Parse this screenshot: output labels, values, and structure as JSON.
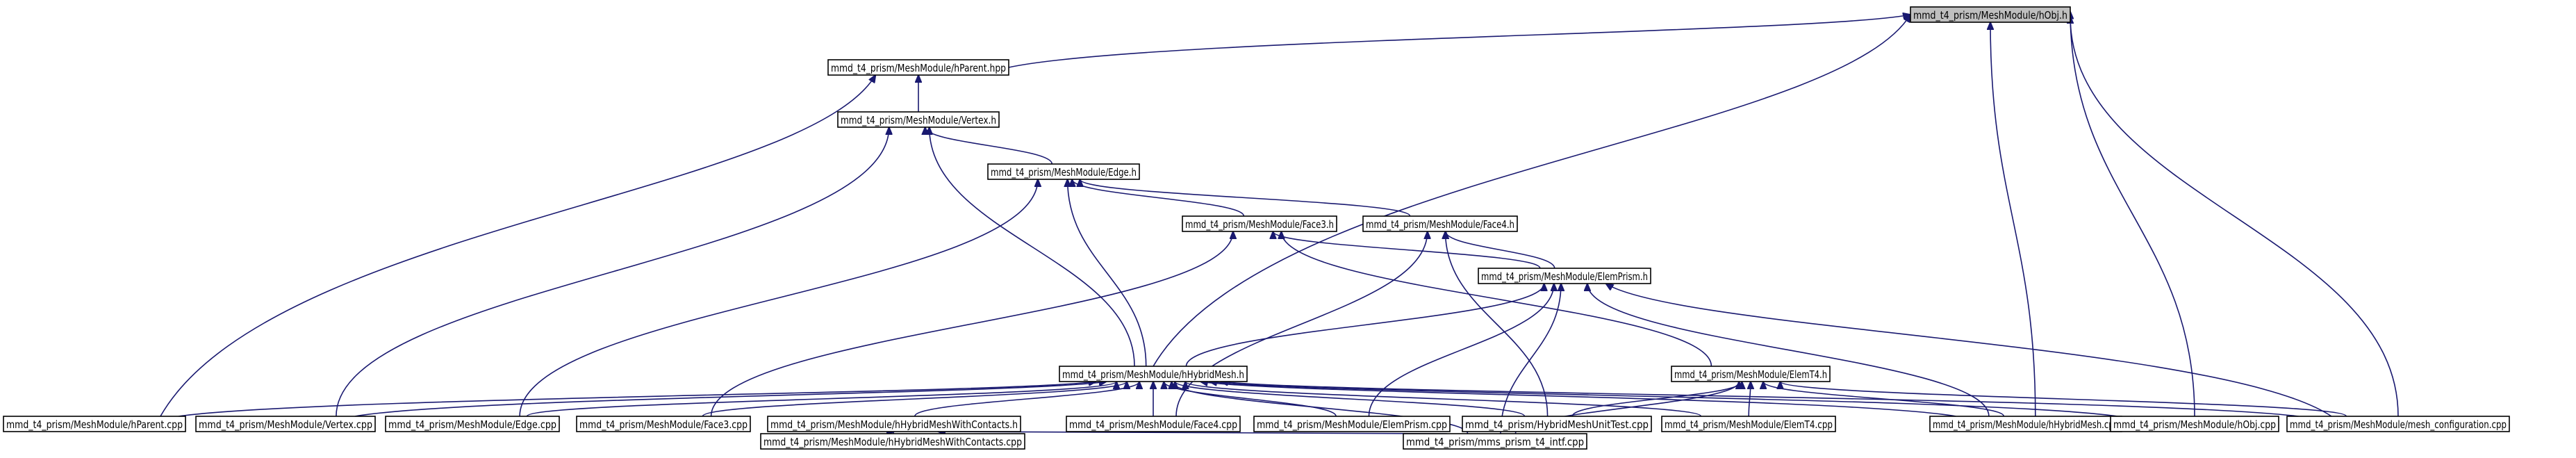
{
  "graph": {
    "nodes": [
      {
        "id": "hobj_h",
        "label": "mmd_t4_prism/MeshModule/hObj.h",
        "root": true
      },
      {
        "id": "hparent_hpp",
        "label": "mmd_t4_prism/MeshModule/hParent.hpp"
      },
      {
        "id": "vertex_h",
        "label": "mmd_t4_prism/MeshModule/Vertex.h"
      },
      {
        "id": "edge_h",
        "label": "mmd_t4_prism/MeshModule/Edge.h"
      },
      {
        "id": "face3_h",
        "label": "mmd_t4_prism/MeshModule/Face3.h"
      },
      {
        "id": "face4_h",
        "label": "mmd_t4_prism/MeshModule/Face4.h"
      },
      {
        "id": "elemprism_h",
        "label": "mmd_t4_prism/MeshModule/ElemPrism.h"
      },
      {
        "id": "hhybridmesh_h",
        "label": "mmd_t4_prism/MeshModule/hHybridMesh.h"
      },
      {
        "id": "elemt4_h",
        "label": "mmd_t4_prism/MeshModule/ElemT4.h"
      },
      {
        "id": "hparent_cpp",
        "label": "mmd_t4_prism/MeshModule/hParent.cpp"
      },
      {
        "id": "vertex_cpp",
        "label": "mmd_t4_prism/MeshModule/Vertex.cpp"
      },
      {
        "id": "edge_cpp",
        "label": "mmd_t4_prism/MeshModule/Edge.cpp"
      },
      {
        "id": "face3_cpp",
        "label": "mmd_t4_prism/MeshModule/Face3.cpp"
      },
      {
        "id": "hhmwc_h",
        "label": "mmd_t4_prism/MeshModule/hHybridMeshWithContacts.h"
      },
      {
        "id": "face4_cpp",
        "label": "mmd_t4_prism/MeshModule/Face4.cpp"
      },
      {
        "id": "elemprism_cpp",
        "label": "mmd_t4_prism/MeshModule/ElemPrism.cpp"
      },
      {
        "id": "unittest_cpp",
        "label": "mmd_t4_prism/HybridMeshUnitTest.cpp"
      },
      {
        "id": "elemt4_cpp",
        "label": "mmd_t4_prism/MeshModule/ElemT4.cpp"
      },
      {
        "id": "hhybridmesh_cpp",
        "label": "mmd_t4_prism/MeshModule/hHybridMesh.cpp"
      },
      {
        "id": "hobj_cpp",
        "label": "mmd_t4_prism/MeshModule/hObj.cpp"
      },
      {
        "id": "meshconf_cpp",
        "label": "mmd_t4_prism/MeshModule/mesh_configuration.cpp"
      },
      {
        "id": "hhmwc_cpp",
        "label": "mmd_t4_prism/MeshModule/hHybridMeshWithContacts.cpp"
      },
      {
        "id": "mms_intf_cpp",
        "label": "mmd_t4_prism/mms_prism_t4_intf.cpp"
      }
    ],
    "edges": [
      {
        "from": "hparent_hpp",
        "to": "hobj_h"
      },
      {
        "from": "hhybridmesh_h",
        "to": "hobj_h"
      },
      {
        "from": "hhybridmesh_cpp",
        "to": "hobj_h"
      },
      {
        "from": "hobj_cpp",
        "to": "hobj_h"
      },
      {
        "from": "meshconf_cpp",
        "to": "hobj_h"
      },
      {
        "from": "vertex_h",
        "to": "hparent_hpp"
      },
      {
        "from": "hparent_cpp",
        "to": "hparent_hpp"
      },
      {
        "from": "edge_h",
        "to": "vertex_h"
      },
      {
        "from": "hhybridmesh_h",
        "to": "vertex_h"
      },
      {
        "from": "vertex_cpp",
        "to": "vertex_h"
      },
      {
        "from": "face3_h",
        "to": "edge_h"
      },
      {
        "from": "face4_h",
        "to": "edge_h"
      },
      {
        "from": "hhybridmesh_h",
        "to": "edge_h"
      },
      {
        "from": "edge_cpp",
        "to": "edge_h"
      },
      {
        "from": "elemprism_h",
        "to": "face3_h"
      },
      {
        "from": "elemt4_h",
        "to": "face3_h"
      },
      {
        "from": "face3_cpp",
        "to": "face3_h"
      },
      {
        "from": "elemprism_h",
        "to": "face4_h"
      },
      {
        "from": "face4_cpp",
        "to": "face4_h"
      },
      {
        "from": "unittest_cpp",
        "to": "face4_h"
      },
      {
        "from": "hhybridmesh_h",
        "to": "elemprism_h"
      },
      {
        "from": "elemprism_cpp",
        "to": "elemprism_h"
      },
      {
        "from": "hhybridmesh_cpp",
        "to": "elemprism_h"
      },
      {
        "from": "meshconf_cpp",
        "to": "elemprism_h"
      },
      {
        "from": "mms_intf_cpp",
        "to": "elemprism_h"
      },
      {
        "from": "hparent_cpp",
        "to": "hhybridmesh_h"
      },
      {
        "from": "vertex_cpp",
        "to": "hhybridmesh_h"
      },
      {
        "from": "edge_cpp",
        "to": "hhybridmesh_h"
      },
      {
        "from": "face3_cpp",
        "to": "hhybridmesh_h"
      },
      {
        "from": "hhmwc_h",
        "to": "hhybridmesh_h"
      },
      {
        "from": "face4_cpp",
        "to": "hhybridmesh_h"
      },
      {
        "from": "elemprism_cpp",
        "to": "hhybridmesh_h"
      },
      {
        "from": "unittest_cpp",
        "to": "hhybridmesh_h"
      },
      {
        "from": "elemt4_cpp",
        "to": "hhybridmesh_h"
      },
      {
        "from": "hhybridmesh_cpp",
        "to": "hhybridmesh_h"
      },
      {
        "from": "hobj_cpp",
        "to": "hhybridmesh_h"
      },
      {
        "from": "meshconf_cpp",
        "to": "hhybridmesh_h"
      },
      {
        "from": "mms_intf_cpp",
        "to": "hhybridmesh_h"
      },
      {
        "from": "unittest_cpp",
        "to": "elemt4_h"
      },
      {
        "from": "elemt4_cpp",
        "to": "elemt4_h"
      },
      {
        "from": "hhybridmesh_cpp",
        "to": "elemt4_h"
      },
      {
        "from": "meshconf_cpp",
        "to": "elemt4_h"
      },
      {
        "from": "mms_intf_cpp",
        "to": "elemt4_h"
      },
      {
        "from": "hhmwc_cpp",
        "to": "hhmwc_h"
      },
      {
        "from": "mms_intf_cpp",
        "to": "hhmwc_h"
      }
    ]
  }
}
